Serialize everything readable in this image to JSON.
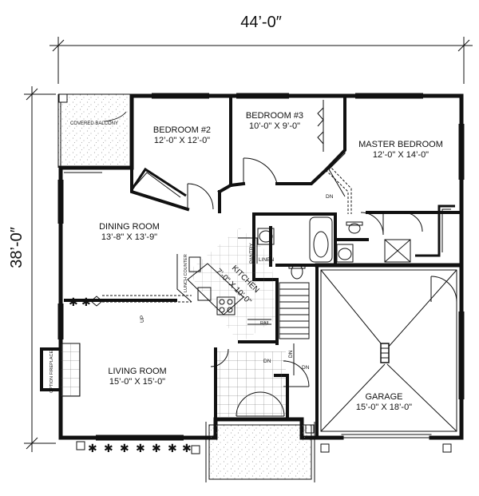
{
  "dimensions": {
    "overall_width": "44’-0″",
    "overall_depth": "38’-0″"
  },
  "rooms": {
    "covered_balcony": {
      "name": "COVERED BALCONY"
    },
    "bedroom2": {
      "name": "BEDROOM #2",
      "size": "12’-0\" X 12’-0\""
    },
    "bedroom3": {
      "name": "BEDROOM #3",
      "size": "10’-0\" X 9’-0\""
    },
    "master_bedroom": {
      "name": "MASTER BEDROOM",
      "size": "12’-0\" X 14’-0\""
    },
    "dining_room": {
      "name": "DINING ROOM",
      "size": "13’-8\" X 13’-9\""
    },
    "kitchen": {
      "name": "KITCHEN",
      "size": "7’-0\" X 10’-0\""
    },
    "living_room": {
      "name": "LIVING ROOM",
      "size": "15’-0\" X 15’-0\""
    },
    "garage": {
      "name": "GARAGE",
      "size": "15’-0\" X 18’-0\""
    }
  },
  "labels": {
    "pantry": "PANTRY",
    "linen": "LINEN",
    "lunch_counter": "LUNCH COUNTER",
    "option_fireplace": "OPTION FIREPLACE",
    "up": "UP",
    "dn_hall": "DN",
    "dn_stair": "DN",
    "dn_garage": "DN",
    "dn_entry": "DN",
    "rail": "RAIL"
  },
  "colors": {
    "ink": "#111111",
    "paper": "#ffffff",
    "stipple": "#8a8a8a"
  }
}
